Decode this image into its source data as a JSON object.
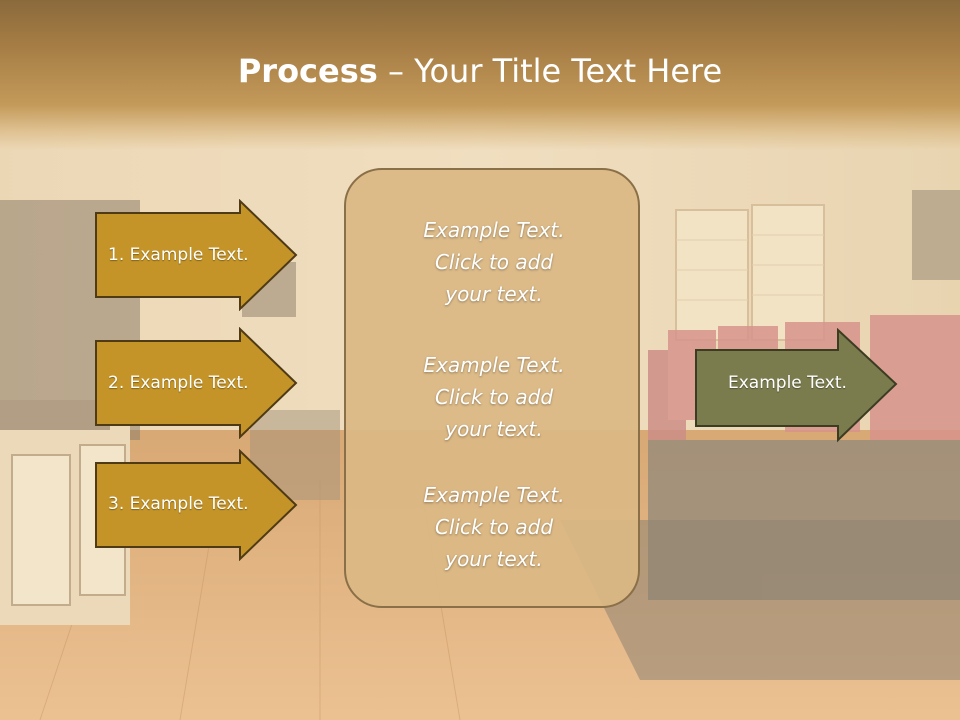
{
  "slide": {
    "title_bold": "Process",
    "title_rest": " – Your Title Text Here"
  },
  "steps": [
    {
      "label": "1. Example Text."
    },
    {
      "label": "2. Example Text."
    },
    {
      "label": "3. Example Text."
    }
  ],
  "center_panel": {
    "blocks": [
      "Example Text.\nClick  to add\nyour text.",
      "Example Text.\nClick  to add\nyour text.",
      "Example Text.\nClick  to add\nyour text."
    ]
  },
  "output": {
    "label": "Example Text."
  },
  "colors": {
    "step_arrow_fill": "#c49428",
    "step_arrow_border": "#4e3a14",
    "output_arrow_fill": "#7a7c4e",
    "output_arrow_border": "#3c3c22",
    "panel_fill": "#dab884",
    "title_band": "#a57c44"
  }
}
